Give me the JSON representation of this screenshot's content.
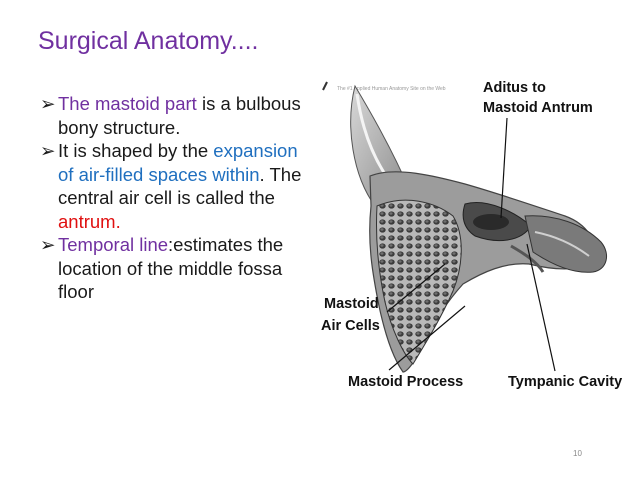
{
  "slide": {
    "title": "Surgical Anatomy....",
    "page_number": "10"
  },
  "bullets": [
    {
      "marker": "➢",
      "segments": [
        {
          "text": "The mastoid part",
          "style": "purple"
        },
        {
          "text": " is a bulbous bony structure.",
          "style": "normal"
        }
      ]
    },
    {
      "marker": "➢",
      "segments": [
        {
          "text": " It is shaped by the ",
          "style": "normal"
        },
        {
          "text": "expansion of air-filled spaces within",
          "style": "blue"
        },
        {
          "text": ". The central air cell is called the ",
          "style": "normal"
        },
        {
          "text": "antrum.",
          "style": "red"
        }
      ]
    },
    {
      "marker": "➢",
      "segments": [
        {
          "text": "Temporal line",
          "style": "purple"
        },
        {
          "text": ":estimates the location of the middle fossa floor",
          "style": "normal"
        }
      ]
    }
  ],
  "figure": {
    "caption_source": "The #1 Applied Human Anatomy Site on the Web",
    "labels": {
      "aditus_line1": "Aditus to",
      "aditus_line2": "Mastoid Antrum",
      "air_cells_line1": "Mastoid",
      "air_cells_line2": "Air Cells",
      "process": "Mastoid Process",
      "cavity": "Tympanic Cavity"
    }
  }
}
